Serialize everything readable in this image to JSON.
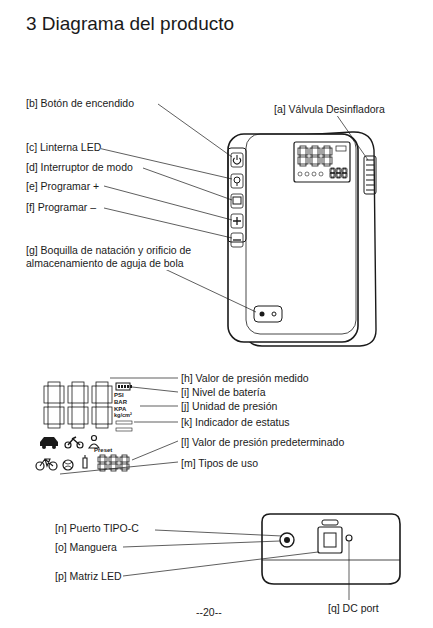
{
  "diagram": {
    "title": "3 Diagrama del producto",
    "labels": [
      "[b] Botón de encendido",
      "[a] Válvula Desinfladora",
      "[c] Linterna LED",
      "[d] Interruptor de modo",
      "[e] Programar +",
      "[f] Programar –",
      "[g] Boquilla de natación y orificio de almacenamiento de aguja de bola",
      "[h] Valor de presión medido",
      "[i] Nivel de batería",
      "[j] Unidad de presión",
      "[k] Indicador de estatus",
      "[l] Valor de presión predeterminado",
      "[m] Tipos de uso",
      "[n] Puerto TIPO-C",
      "[o] Manguera",
      "[p] Matriz LED",
      "[q] DC port",
      "--20--",
      "PSI",
      "BAR",
      "KPA",
      "kg/cm²",
      "Preset"
    ]
  }
}
